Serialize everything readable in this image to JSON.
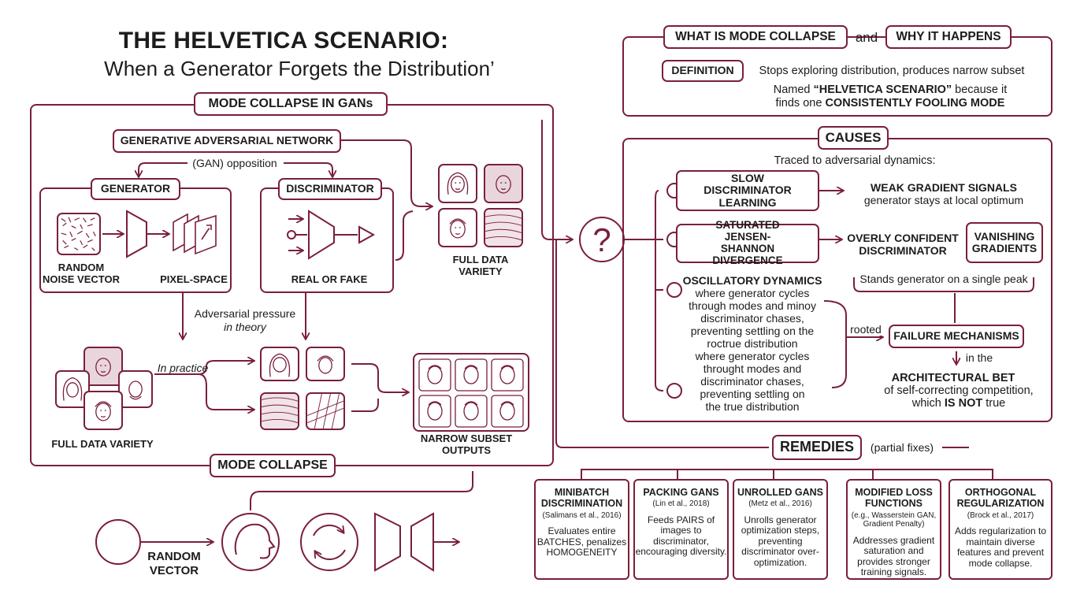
{
  "title": {
    "main": "THE HELVETICA SCENARIO:",
    "subtitle": "When a Generator Forgets the Distribution’"
  },
  "left_panel": {
    "header": "MODE COLLAPSE IN GANs",
    "gan_label": "GENERATIVE ADVERSARIAL NETWORK",
    "opposition": "(GAN) opposition",
    "generator": {
      "title": "GENERATOR",
      "noise_label_line1": "RANDOM",
      "noise_label_line2": "NOISE VECTOR",
      "pixel_label": "PIXEL-SPACE"
    },
    "discriminator": {
      "title": "DISCRIMINATOR",
      "output_label": "REAL OR FAKE"
    },
    "full_variety_top": "FULL DATA VARIETY",
    "adversarial_line1": "Adversarial pressure",
    "adversarial_line2": "in theory",
    "in_practice": "In practice",
    "full_variety_bottom": "FULL DATA VARIETY",
    "narrow_subset": "NARROW SUBSET OUTPUTS",
    "footer": "MODE COLLAPSE"
  },
  "bottom_strip": {
    "random_vector_line1": "RANDOM",
    "random_vector_line2": "VECTOR"
  },
  "center": {
    "question_icon": "question-mark-icon"
  },
  "what_is": {
    "title_a": "WHAT IS MODE COLLAPSE",
    "connector": "and",
    "title_b": "WHY IT HAPPENS",
    "definition_label": "DEFINITION",
    "definition_text": "Stops exploring distribution, produces narrow subset",
    "named_prefix": "Named ",
    "named_bold": "“HELVETICA SCENARIO”",
    "named_suffix": " because it",
    "finds_prefix": "finds one ",
    "finds_bold": "CONSISTENTLY FOOLING MODE"
  },
  "causes": {
    "title": "CAUSES",
    "intro": "Traced to adversarial dynamics:",
    "cause1": "SLOW DISCRIMINATOR LEARNING",
    "effect1_title": "WEAK GRADIENT SIGNALS",
    "effect1_text": "generator stays at local optimum",
    "cause2": "SATURATED JENSEN-SHANNON DIVERGENCE",
    "effect2_title": "OVERLY CONFIDENT DISCRIMINATOR",
    "effect2_box": "VANISHING GRADIENTS",
    "stands": "Stands generator on a single peak",
    "osc_title": "OSCILLATORY DYNAMICS",
    "osc_lines": [
      "where generator cycles",
      "through modes and minoy",
      "discriminator chases,",
      "preventing settling on the",
      "roctrue distribution",
      "where generator cycles",
      "throught modes and",
      "discriminator chases,",
      "preventing settling on",
      "the true distribution"
    ],
    "rooted": "rooted",
    "failure": "FAILURE MECHANISMS",
    "in_the": "in the",
    "bet": "ARCHITECTURAL BET",
    "bet_line2": "of self-correcting competition,",
    "bet_line3_prefix": "which ",
    "bet_line3_bold": "IS NOT",
    "bet_line3_suffix": " true"
  },
  "remedies": {
    "title": "REMEDIES",
    "note": "(partial fixes)",
    "items": [
      {
        "title": "MINIBATCH DISCRIMINATION",
        "cite": "(Salimans et al., 2016)",
        "desc": "Evaluates entire BATCHES, penalizes HOMOGENEITY"
      },
      {
        "title": "PACKING GANS",
        "cite": "(Lin et al., 2018)",
        "desc": "Feeds PAIRS of images to discriminator, encouraging diversity."
      },
      {
        "title": "UNROLLED GANS",
        "cite": "(Metz et al., 2016)",
        "desc": "Unrolls generator optimization steps, preventing discriminator over-optimization."
      },
      {
        "title": "MODIFIED LOSS FUNCTIONS",
        "cite": "(e.g., Wasserstein GAN, Gradient Penalty)",
        "desc": "Addresses gradient saturation and provides stronger training signals."
      },
      {
        "title": "ORTHOGONAL REGULARIZATION",
        "cite": "(Brock et al., 2017)",
        "desc": "Adds regularization to maintain diverse features and prevent mode collapse."
      }
    ]
  },
  "colors": {
    "accent": "#7a1f3a",
    "text": "#1c1c1c",
    "background": "#ffffff"
  }
}
